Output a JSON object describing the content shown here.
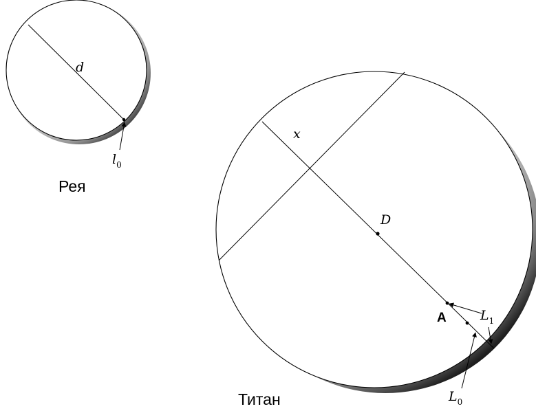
{
  "labels": {
    "small_diameter": "d",
    "small_arc": "l",
    "small_arc_sub": "0",
    "small_caption": "Рея",
    "big_chord": "x",
    "big_diameter": "D",
    "point_a": "A",
    "arc_l1": "L",
    "arc_l1_sub": "1",
    "arc_l0": "L",
    "arc_l0_sub": "0",
    "big_caption": "Титан"
  }
}
